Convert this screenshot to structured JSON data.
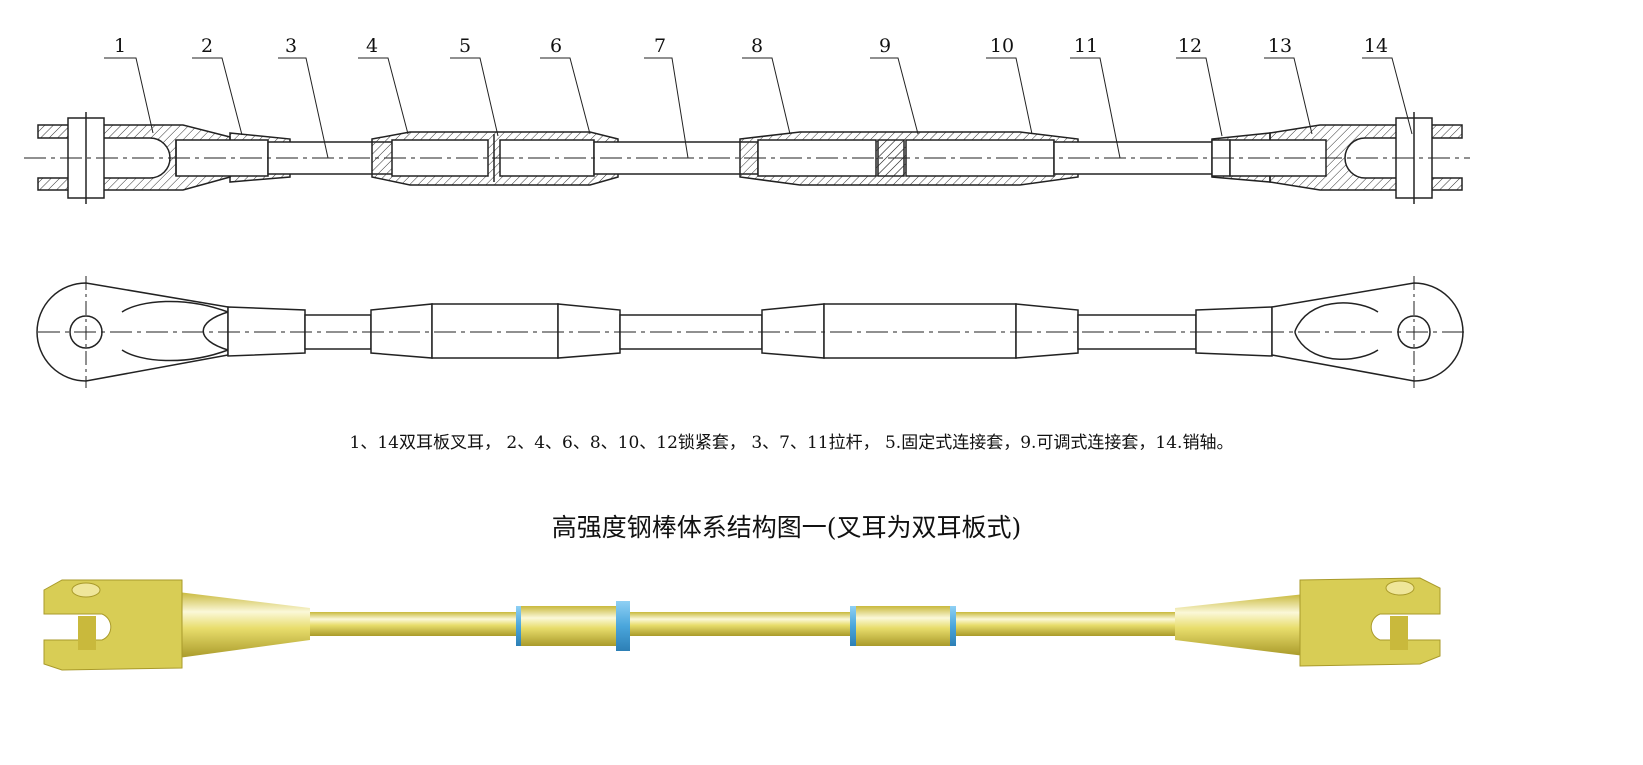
{
  "callouts": [
    {
      "label": "1"
    },
    {
      "label": "2"
    },
    {
      "label": "3"
    },
    {
      "label": "4"
    },
    {
      "label": "5"
    },
    {
      "label": "6"
    },
    {
      "label": "7"
    },
    {
      "label": "8"
    },
    {
      "label": "9"
    },
    {
      "label": "10"
    },
    {
      "label": "11"
    },
    {
      "label": "12"
    },
    {
      "label": "13"
    },
    {
      "label": "14"
    }
  ],
  "legend": "1、14双耳板叉耳， 2、4、6、8、10、12锁紧套， 3、7、11拉杆， 5.固定式连接套，9.可调式连接套，14.销轴。",
  "title": "高强度钢棒体系结构图一(叉耳为双耳板式)",
  "colors": {
    "line": "#222222",
    "rod_gold": "#e6dc6a",
    "rod_highlight": "#fbf8d8",
    "rod_shadow": "#b4a530",
    "ring_blue": "#5fb4e6"
  }
}
